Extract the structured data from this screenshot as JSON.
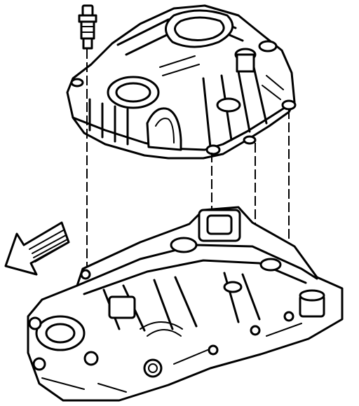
{
  "diagram": {
    "kind": "exploded-view line drawing",
    "components": [
      "fastener",
      "upper-intake-manifold",
      "lower-intake-manifold",
      "direction-arrow"
    ],
    "alignment_lines": 4,
    "colors": {
      "line": "#000000",
      "background": "#ffffff"
    },
    "labels": []
  }
}
